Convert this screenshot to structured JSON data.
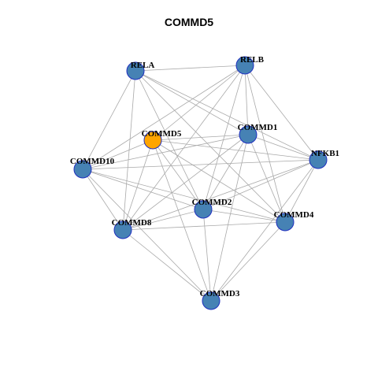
{
  "title": "COMMD5",
  "colors": {
    "default_node": "#4682b4",
    "highlight_node": "#ffa500",
    "node_border": "#1f2fbf",
    "edge": "#a9a9a9"
  },
  "nodes": [
    {
      "id": "RELA",
      "label": "RELA",
      "highlight": false
    },
    {
      "id": "RELB",
      "label": "RELB",
      "highlight": false
    },
    {
      "id": "COMMD5",
      "label": "COMMD5",
      "highlight": true
    },
    {
      "id": "COMMD1",
      "label": "COMMD1",
      "highlight": false
    },
    {
      "id": "NFKB1",
      "label": "NFKB1",
      "highlight": false
    },
    {
      "id": "COMMD10",
      "label": "COMMD10",
      "highlight": false
    },
    {
      "id": "COMMD2",
      "label": "COMMD2",
      "highlight": false
    },
    {
      "id": "COMMD4",
      "label": "COMMD4",
      "highlight": false
    },
    {
      "id": "COMMD8",
      "label": "COMMD8",
      "highlight": false
    },
    {
      "id": "COMMD3",
      "label": "COMMD3",
      "highlight": false
    }
  ],
  "edges": [
    [
      "RELA",
      "RELB"
    ],
    [
      "RELA",
      "COMMD1"
    ],
    [
      "RELA",
      "NFKB1"
    ],
    [
      "RELA",
      "COMMD10"
    ],
    [
      "RELA",
      "COMMD2"
    ],
    [
      "RELA",
      "COMMD4"
    ],
    [
      "RELA",
      "COMMD8"
    ],
    [
      "RELB",
      "COMMD5"
    ],
    [
      "RELB",
      "COMMD1"
    ],
    [
      "RELB",
      "NFKB1"
    ],
    [
      "RELB",
      "COMMD10"
    ],
    [
      "RELB",
      "COMMD2"
    ],
    [
      "RELB",
      "COMMD4"
    ],
    [
      "RELB",
      "COMMD8"
    ],
    [
      "COMMD5",
      "COMMD1"
    ],
    [
      "COMMD5",
      "NFKB1"
    ],
    [
      "COMMD5",
      "COMMD10"
    ],
    [
      "COMMD5",
      "COMMD2"
    ],
    [
      "COMMD5",
      "COMMD4"
    ],
    [
      "COMMD5",
      "COMMD8"
    ],
    [
      "COMMD5",
      "COMMD3"
    ],
    [
      "COMMD1",
      "NFKB1"
    ],
    [
      "COMMD1",
      "COMMD10"
    ],
    [
      "COMMD1",
      "COMMD2"
    ],
    [
      "COMMD1",
      "COMMD4"
    ],
    [
      "COMMD1",
      "COMMD8"
    ],
    [
      "COMMD1",
      "COMMD3"
    ],
    [
      "NFKB1",
      "COMMD10"
    ],
    [
      "NFKB1",
      "COMMD2"
    ],
    [
      "NFKB1",
      "COMMD4"
    ],
    [
      "NFKB1",
      "COMMD8"
    ],
    [
      "NFKB1",
      "COMMD3"
    ],
    [
      "COMMD10",
      "COMMD2"
    ],
    [
      "COMMD10",
      "COMMD4"
    ],
    [
      "COMMD10",
      "COMMD8"
    ],
    [
      "COMMD10",
      "COMMD3"
    ],
    [
      "COMMD2",
      "COMMD4"
    ],
    [
      "COMMD2",
      "COMMD8"
    ],
    [
      "COMMD2",
      "COMMD3"
    ],
    [
      "COMMD4",
      "COMMD8"
    ],
    [
      "COMMD4",
      "COMMD3"
    ],
    [
      "COMMD8",
      "COMMD3"
    ]
  ]
}
